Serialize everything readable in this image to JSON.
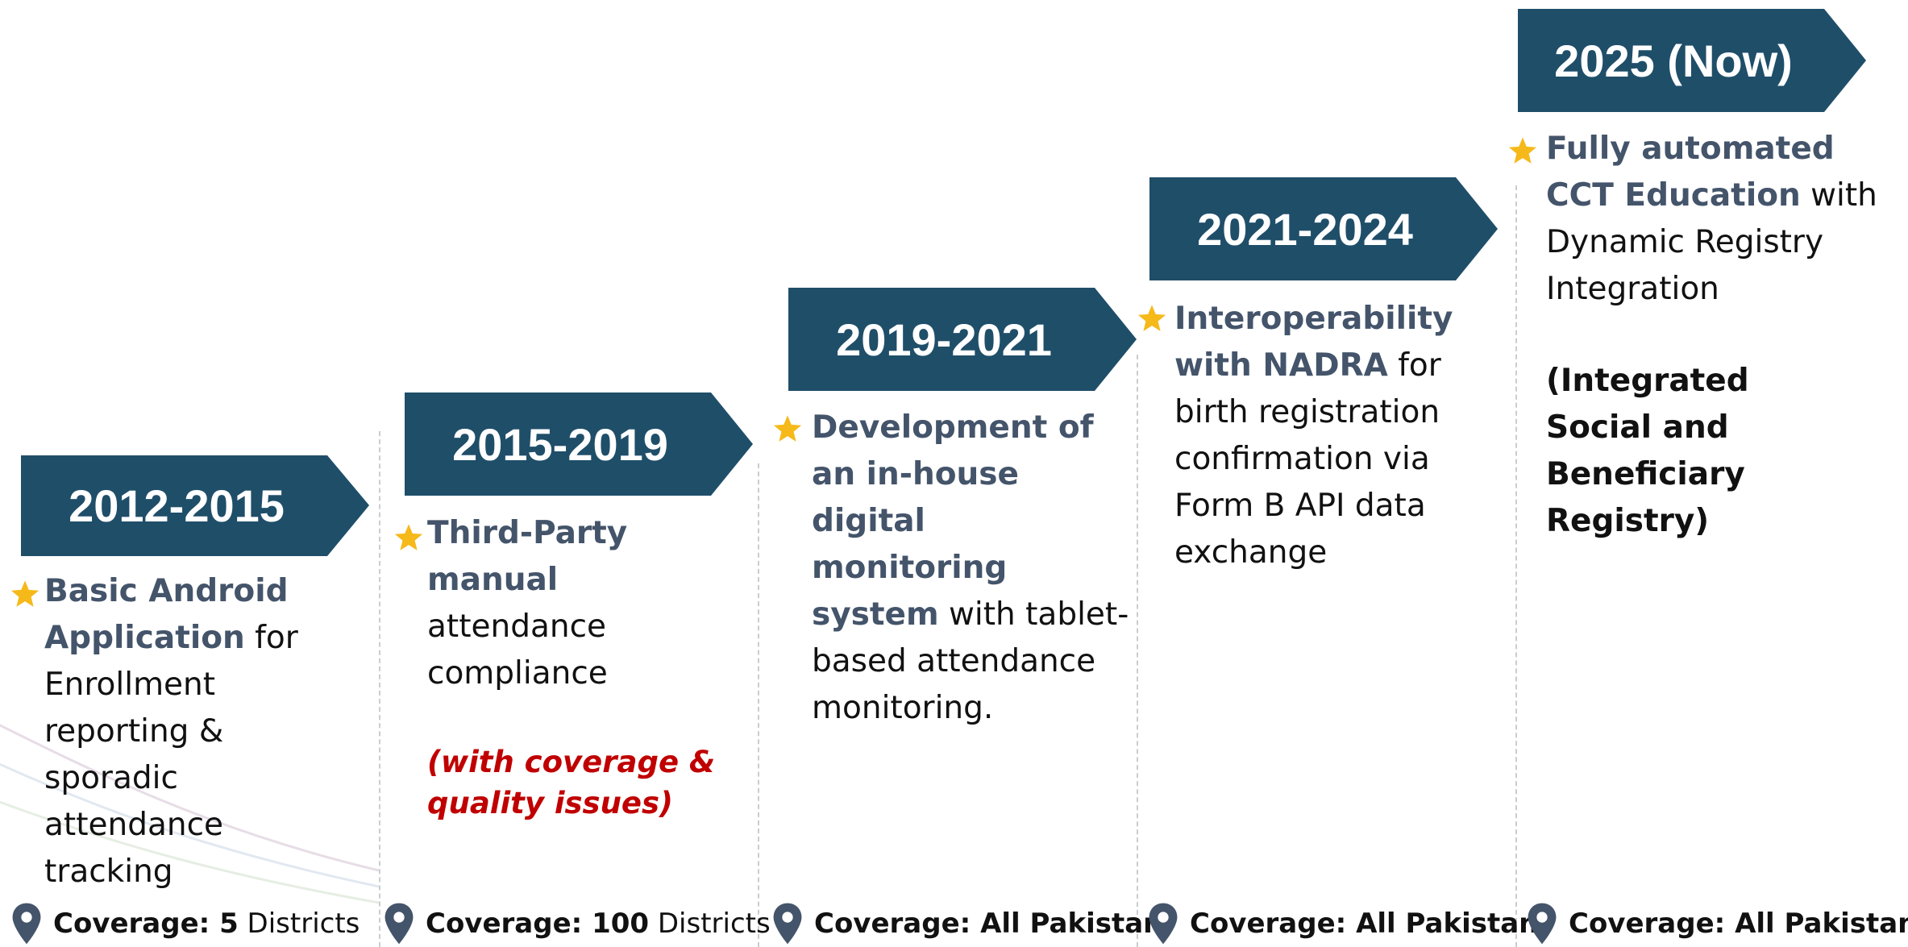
{
  "colors": {
    "banner": "#1f4e69",
    "highlight_text": "#44546a",
    "star": "#f6b91a",
    "pin": "#44546a",
    "note_red": "#c00000",
    "divider": "#c9cdd2"
  },
  "icons": {
    "star": "star-icon",
    "pin": "map-pin-icon"
  },
  "stages": [
    {
      "year": "2012-2015",
      "desc_hl": "Basic Android Application",
      "desc_rest": " for Enrollment reporting & sporadic attendance tracking",
      "coverage_label": "Coverage: 5",
      "coverage_rest": " Districts"
    },
    {
      "year": "2015-2019",
      "desc_hl": "Third-Party manual",
      "desc_rest": " attendance compliance",
      "note": "(with coverage & quality issues)",
      "coverage_label": "Coverage: 100",
      "coverage_rest": " Districts"
    },
    {
      "year": "2019-2021",
      "desc_hl": "Development of an in-house digital monitoring system",
      "desc_rest": " with tablet-based attendance monitoring.",
      "coverage_label": "Coverage: All Pakistan",
      "coverage_rest": ""
    },
    {
      "year": "2021-2024",
      "desc_hl": "Interoperability with NADRA",
      "desc_rest": " for birth registration confirmation via Form B API data exchange",
      "coverage_label": "Coverage: All Pakistan",
      "coverage_rest": ""
    },
    {
      "year": "2025 (Now)",
      "desc_hl": "Fully automated CCT Education",
      "desc_rest": " with Dynamic Registry Integration",
      "note": "(Integrated Social and Beneficiary Registry)",
      "coverage_label": "Coverage: All Pakistan",
      "coverage_rest": ""
    }
  ]
}
